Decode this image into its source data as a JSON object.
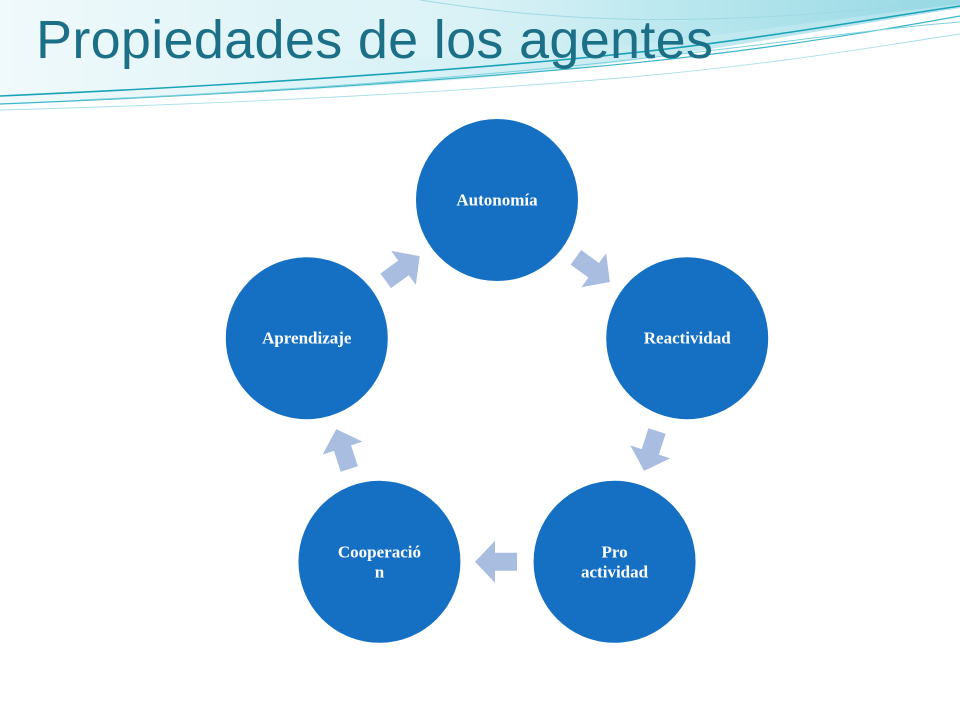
{
  "slide": {
    "title": "Propiedades de los agentes"
  },
  "diagram": {
    "type": "cycle",
    "nodes": [
      {
        "lines": [
          "Autonomía"
        ]
      },
      {
        "lines": [
          "Reactividad"
        ]
      },
      {
        "lines": [
          "Pro",
          "actividad"
        ]
      },
      {
        "lines": [
          "Cooperació",
          "n"
        ]
      },
      {
        "lines": [
          "Aprendizaje"
        ]
      }
    ],
    "colors": {
      "node_fill": "#1570c4",
      "node_stroke": "#ffffff",
      "arrow": "#a8bde0",
      "title": "#1b6f87",
      "wave_dark": "#1aa3b8",
      "wave_light": "#9fd9e3"
    }
  }
}
